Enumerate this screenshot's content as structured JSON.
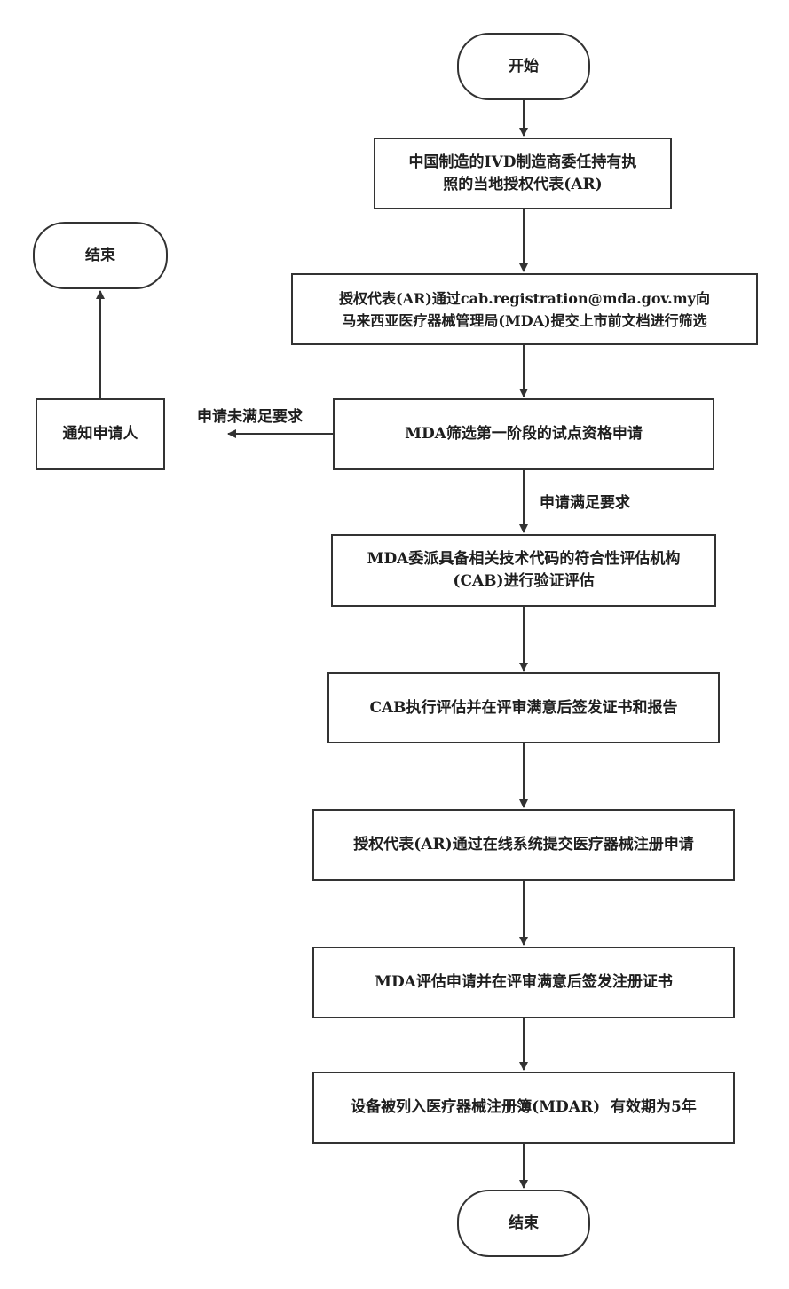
{
  "nodes": {
    "start": "开始",
    "step1": [
      "中国制造的IVD制造商委任持有执",
      "照的当地授权代表(AR)"
    ],
    "step2": [
      "授权代表(AR)通过cab.registration@mda.gov.my向",
      "马来西亚医疗器械管理局(MDA)提交上市前文档进行筛选"
    ],
    "step3": "MDA筛选第一阶段的试点资格申请",
    "step4": [
      "MDA委派具备相关技术代码的符合性评估机构",
      "(CAB)进行验证评估"
    ],
    "step5": "CAB执行评估并在评审满意后签发证书和报告",
    "step6": "授权代表(AR)通过在线系统提交医疗器械注册申请",
    "step7": "MDA评估申请并在评审满意后签发注册证书",
    "step8": "设备被列入医疗器械注册簿(MDAR)  有效期为5年",
    "end_main": "结束",
    "notify": "通知申请人",
    "end_side": "结束"
  },
  "edges": {
    "not_met": "申请未满足要求",
    "met": "申请满足要求"
  }
}
